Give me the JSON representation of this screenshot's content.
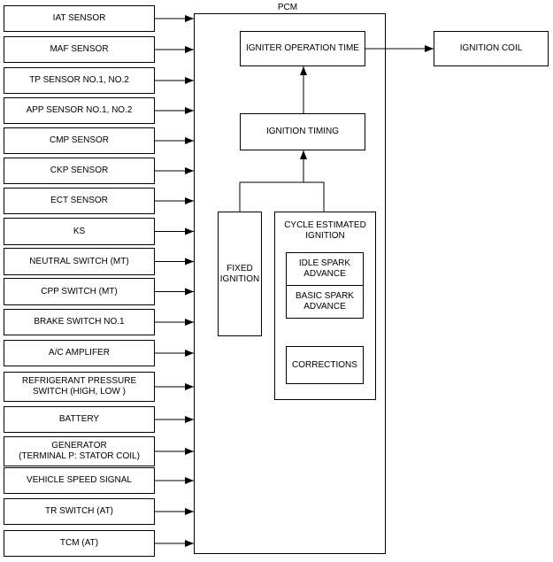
{
  "pcm_label": "PCM",
  "inputs": [
    "IAT SENSOR",
    "MAF SENSOR",
    "TP SENSOR NO.1, NO.2",
    "APP SENSOR NO.1, NO.2",
    "CMP SENSOR",
    "CKP SENSOR",
    "ECT SENSOR",
    "KS",
    "NEUTRAL SWITCH (MT)",
    "CPP SWITCH (MT)",
    "BRAKE SWITCH NO.1",
    "A/C AMPLIFER",
    "REFRIGERANT PRESSURE\nSWITCH (HIGH, LOW )",
    "BATTERY",
    "GENERATOR\n(TERMINAL P: STATOR COIL)",
    "VEHICLE SPEED SIGNAL",
    "TR SWITCH (AT)",
    "TCM (AT)"
  ],
  "blocks": {
    "igniter_operation_time": "IGNITER OPERATION TIME",
    "ignition_coil": "IGNITION COIL",
    "ignition_timing": "IGNITION TIMING",
    "fixed_ignition": "FIXED\nIGNITION",
    "cycle_estimated_ignition": "CYCLE ESTIMATED\nIGNITION",
    "idle_spark_advance": "IDLE SPARK\nADVANCE",
    "basic_spark_advance": "BASIC SPARK\nADVANCE",
    "corrections": "CORRECTIONS"
  }
}
